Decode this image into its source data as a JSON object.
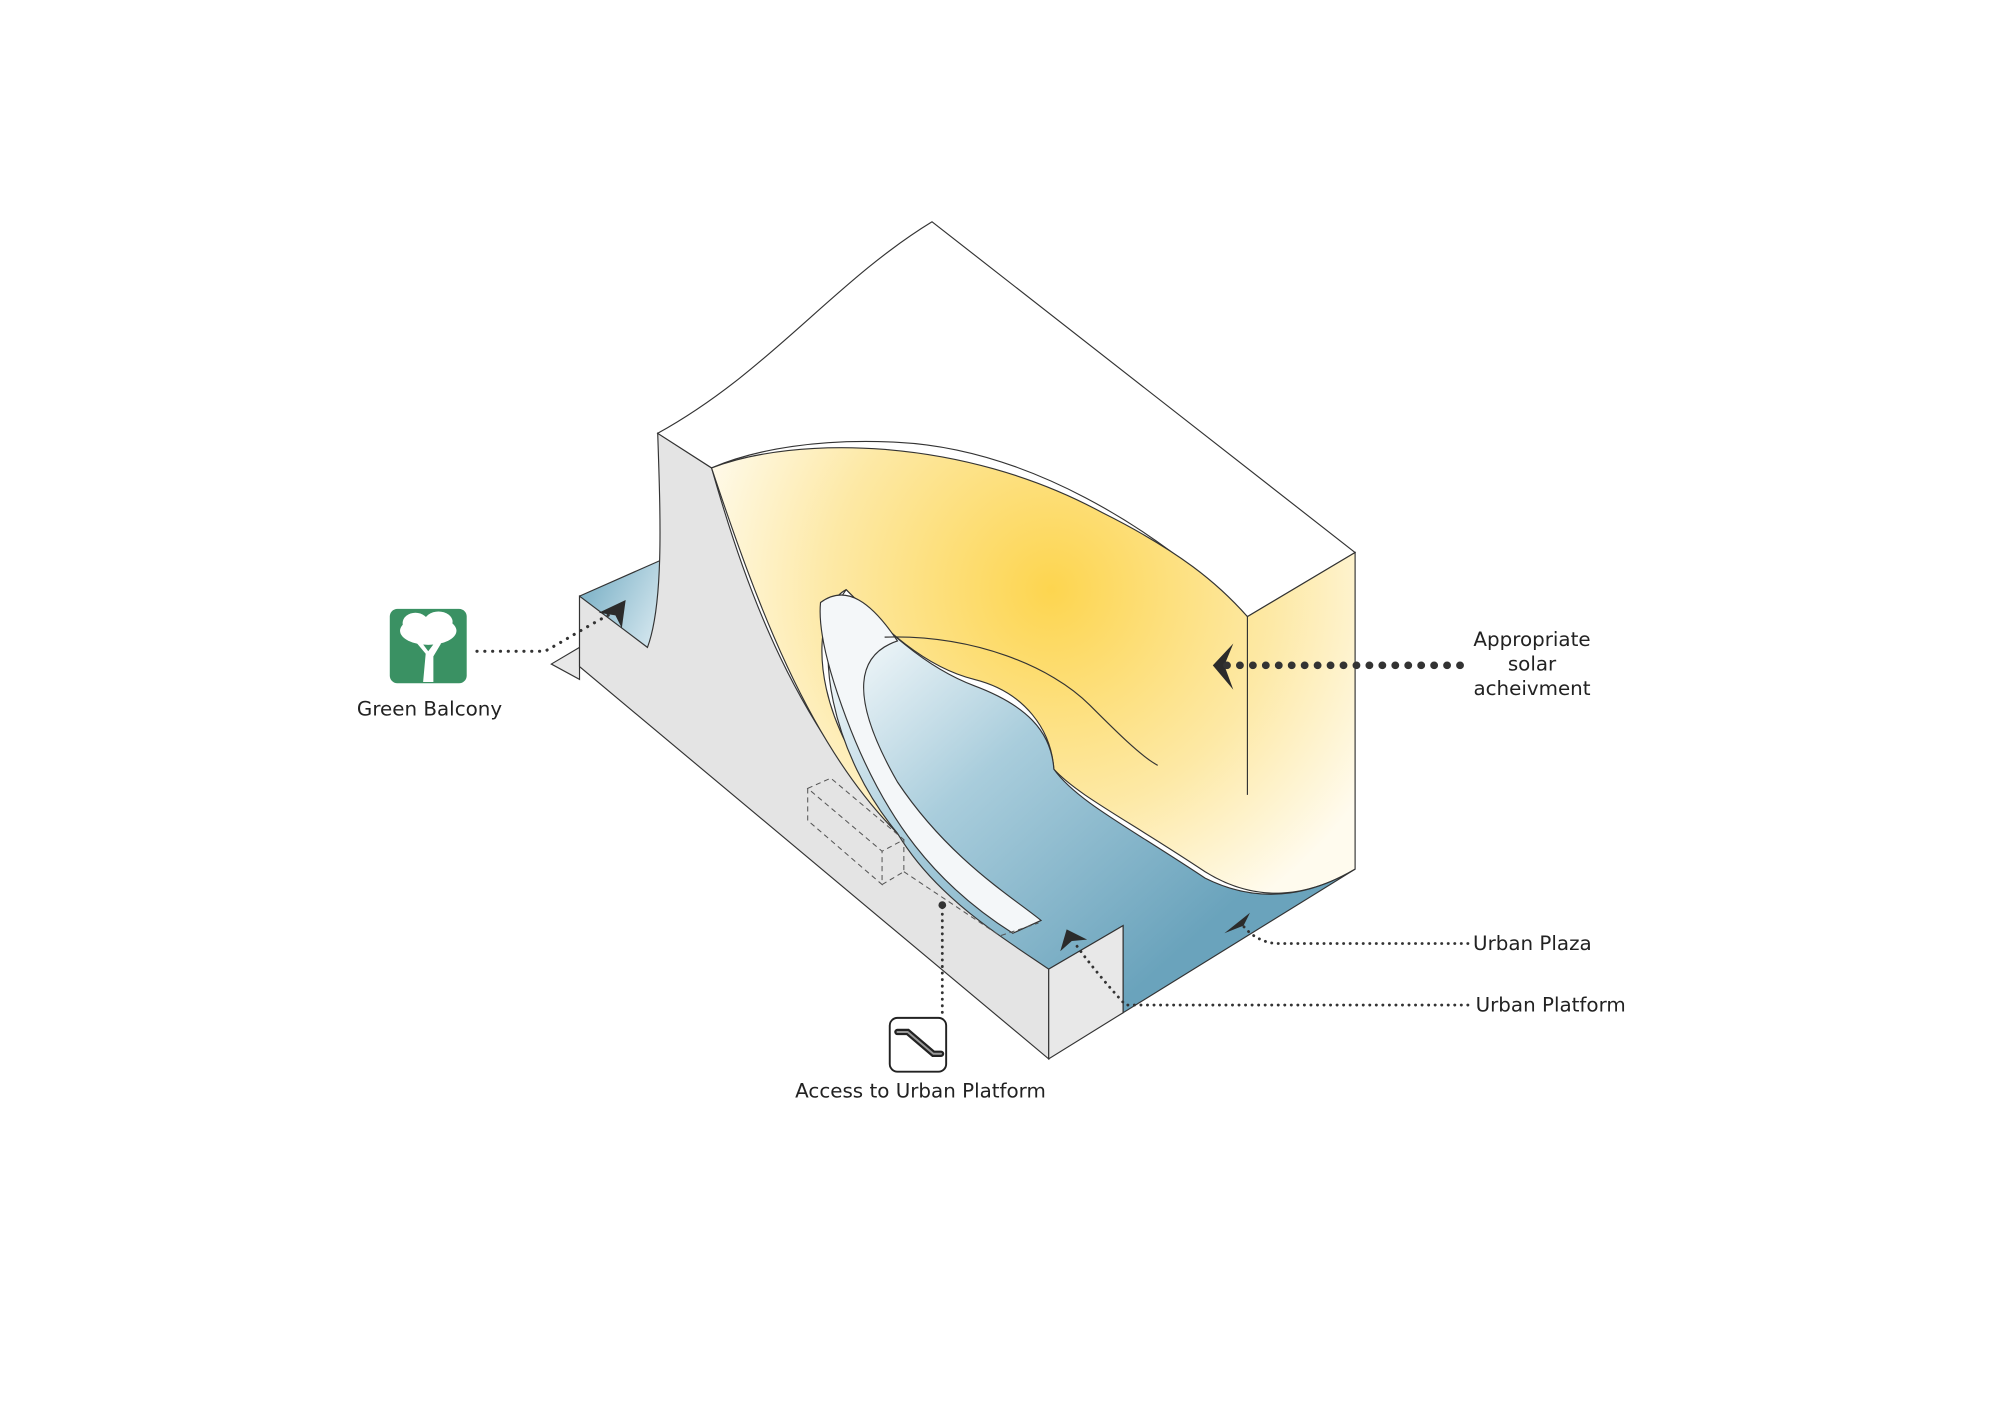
{
  "labels": {
    "green_balcony": "Green Balcony",
    "solar": [
      "Appropriate",
      "solar",
      "acheivment"
    ],
    "urban_plaza": "Urban Plaza",
    "urban_platform": "Urban Platform",
    "access": "Access to Urban Platform"
  },
  "icons": {
    "green_balcony": "tree-icon",
    "access": "escalator-icon"
  },
  "colors": {
    "tree_green": "#3a9163",
    "solar_yellow": "#fdd85a",
    "plaza_blue": "#6fa7bf",
    "wall_gray": "#e4e4e4"
  }
}
